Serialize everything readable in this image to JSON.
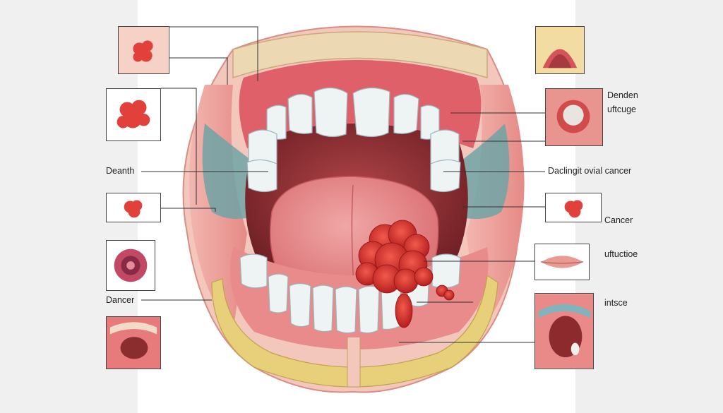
{
  "labels": {
    "left_1": "Deanth",
    "left_2": "Dancer",
    "right_1": "Denden",
    "right_2": "uftcuge",
    "right_3": "Daclingit ovial cancer",
    "right_4": "Cancer",
    "right_5": "uftuctioe",
    "right_6": "intsce"
  },
  "colors": {
    "gum": "#e0606a",
    "tooth": "#eef3f4",
    "tongue": "#e48a8c",
    "lesion": "#d9342f",
    "bone": "#e8cf7a",
    "frame": "#444444"
  }
}
